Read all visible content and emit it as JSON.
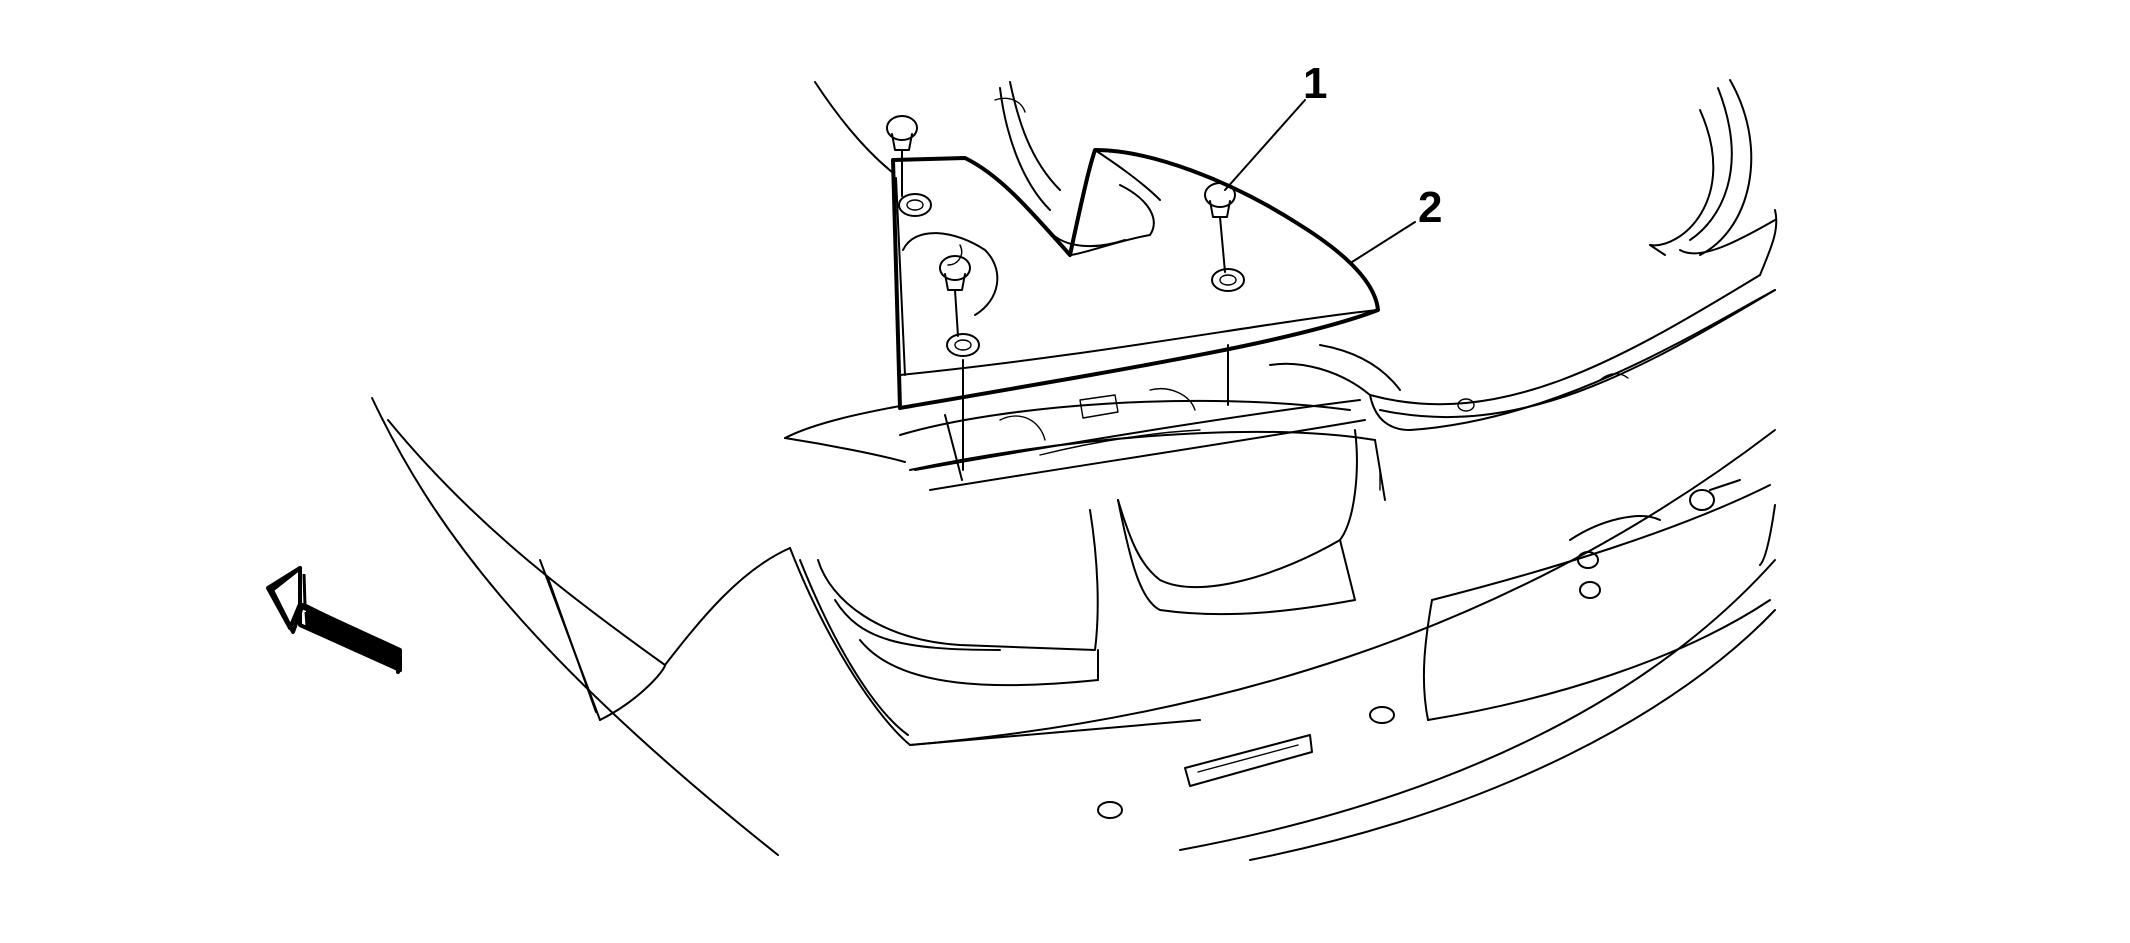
{
  "callouts": [
    {
      "id": "1",
      "label": "1"
    },
    {
      "id": "2",
      "label": "2"
    }
  ],
  "icons": {
    "view_direction": "forward-view-arrow-icon"
  },
  "colors": {
    "line": "#000000",
    "background": "#ffffff"
  }
}
